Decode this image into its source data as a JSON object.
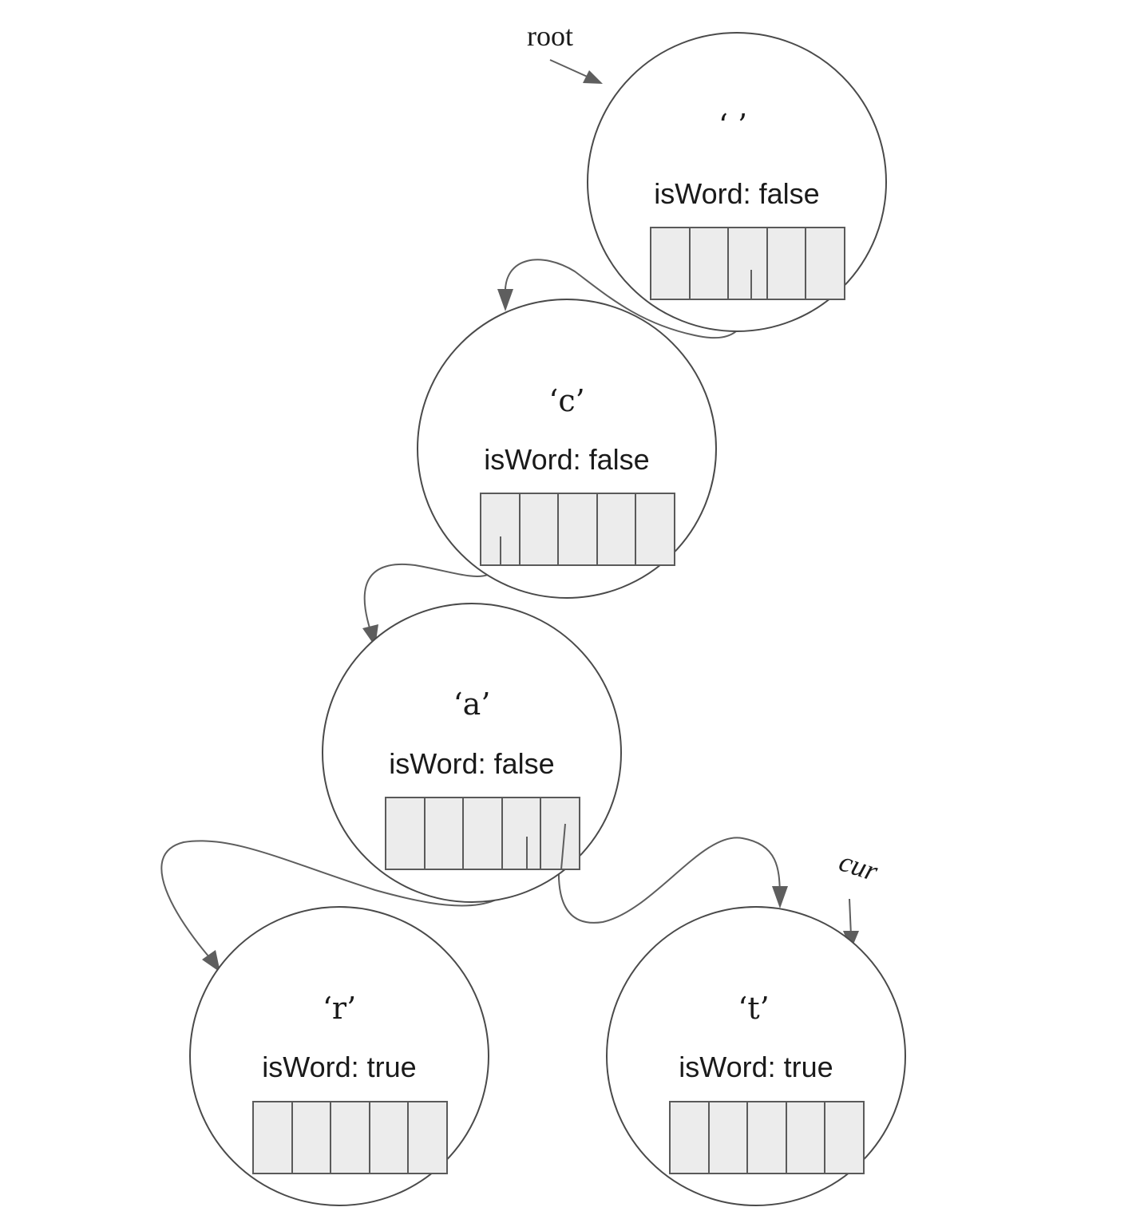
{
  "pointers": {
    "root": "root",
    "cur": "cur"
  },
  "nodes": [
    {
      "id": "n0",
      "char": "‘ ’",
      "is_word": "isWord: false",
      "slots": 5
    },
    {
      "id": "n1",
      "char": "‘c’",
      "is_word": "isWord: false",
      "slots": 5
    },
    {
      "id": "n2",
      "char": "‘a’",
      "is_word": "isWord: false",
      "slots": 5
    },
    {
      "id": "n3",
      "char": "‘r’",
      "is_word": "isWord: true",
      "slots": 5
    },
    {
      "id": "n4",
      "char": "‘t’",
      "is_word": "isWord: true",
      "slots": 5
    }
  ],
  "edges": [
    {
      "from": "n0",
      "to": "n1"
    },
    {
      "from": "n1",
      "to": "n2"
    },
    {
      "from": "n2",
      "to": "n3"
    },
    {
      "from": "n2",
      "to": "n4"
    }
  ],
  "colors": {
    "stroke": "#4a4a4a",
    "slot_fill": "#ececec",
    "edge": "#5e5e5e"
  }
}
